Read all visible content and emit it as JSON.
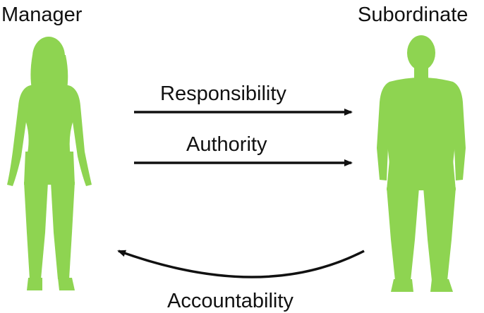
{
  "diagram": {
    "left_label": "Manager",
    "right_label": "Subordinate",
    "arrows": [
      {
        "label": "Responsibility",
        "direction": "manager-to-subordinate"
      },
      {
        "label": "Authority",
        "direction": "manager-to-subordinate"
      },
      {
        "label": "Accountability",
        "direction": "subordinate-to-manager"
      }
    ],
    "colors": {
      "figure": "#8ed451",
      "arrow": "#111111",
      "text": "#111111",
      "background": "#ffffff"
    },
    "icons": {
      "left_figure": "woman-silhouette-icon",
      "right_figure": "man-silhouette-icon"
    }
  }
}
